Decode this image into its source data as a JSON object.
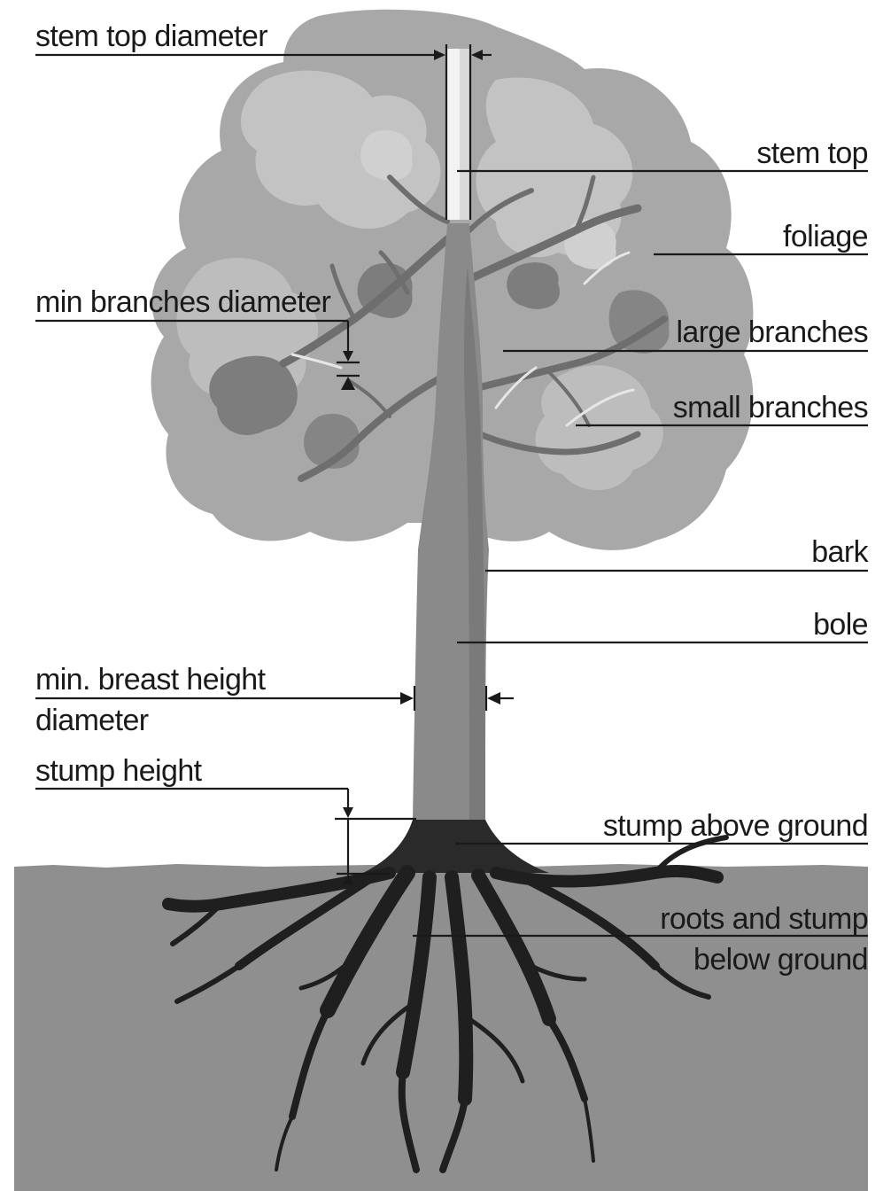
{
  "labels": {
    "stem_top_diameter": "stem top diameter",
    "stem_top": "stem top",
    "foliage": "foliage",
    "min_branches_diameter": "min branches diameter",
    "large_branches": "large branches",
    "small_branches": "small branches",
    "bark": "bark",
    "bole": "bole",
    "min_breast_height_line1": "min. breast height",
    "min_breast_height_line2": "diameter",
    "stump_height": "stump height",
    "stump_above_ground": "stump above ground",
    "roots_line1": "roots and stump",
    "roots_line2": "below ground"
  },
  "colors": {
    "background": "#ffffff",
    "ground": "#8f8f8f",
    "foliage_light": "#bdbdbd",
    "foliage_mid": "#a3a3a3",
    "foliage_dark": "#7a7a7a",
    "trunk": "#8a8a8a",
    "stump": "#2a2a2a",
    "roots": "#1f1f1f",
    "text": "#1a1a1a"
  }
}
